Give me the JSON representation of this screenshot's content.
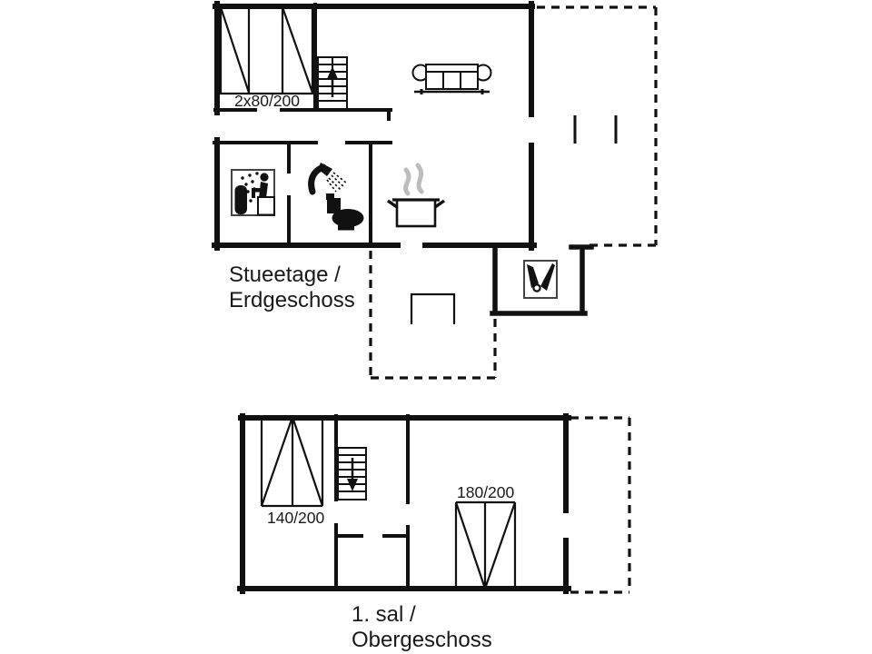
{
  "image": {
    "type": "floor-plan",
    "background": "#ffffff",
    "wall_color": "#111111",
    "text_color": "#1a1a1a",
    "steam_color": "#bcbcbc"
  },
  "ground_floor": {
    "caption_line1": "Stueetage /",
    "caption_line2": "Erdgeschoss",
    "beds_label": "2x80/200",
    "icons": [
      "bed-icon",
      "bed-icon",
      "staircase-up-icon",
      "sofa-icon",
      "sauna-icon",
      "shower-icon",
      "toilet-icon",
      "cooking-pot-icon",
      "grill-icon",
      "terrace-table-icon"
    ]
  },
  "first_floor": {
    "caption_line1": "1. sal /",
    "caption_line2": "Obergeschoss",
    "bed_left_label": "140/200",
    "bed_right_label": "180/200",
    "icons": [
      "bed-icon",
      "staircase-down-icon",
      "bed-icon"
    ]
  }
}
